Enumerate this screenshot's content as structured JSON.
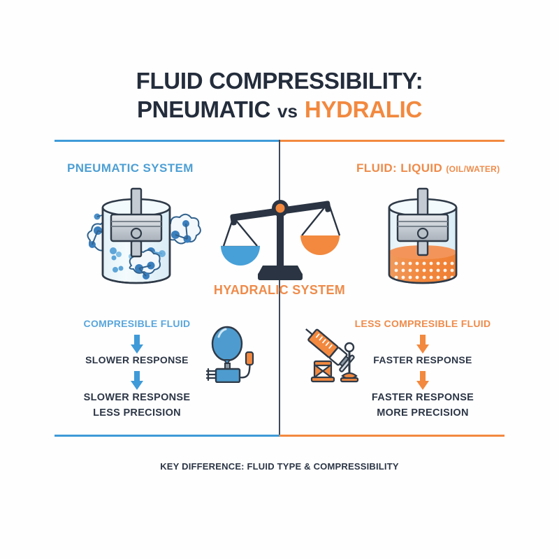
{
  "title": {
    "line1": "FLUID COMPRESSIBILITY:",
    "line2_part1": "PNEUMATIC",
    "line2_vs": "vs",
    "line2_part2": "HYDRALIC"
  },
  "columns": {
    "left": {
      "header": "PNEUMATIC SYSTEM",
      "flow_head": "COMPRESIBLE FLUID",
      "step1": "SLOWER RESPONSE",
      "final_line1": "SLOWER RESPONSE",
      "final_line2": "LESS PRECISION",
      "illustration_name": "gas-piston-cylinder",
      "device_name": "balloon-air-pump"
    },
    "right": {
      "header": "FLUID: LIQUID",
      "header_paren": "(OIL/WATER)",
      "flow_head": "LESS COMPRESIBLE FLUID",
      "step1": "FASTER RESPONSE",
      "final_line1": "FASTER RESPONSE",
      "final_line2": "MORE PRECISION",
      "illustration_name": "liquid-piston-cylinder",
      "device_name": "syringe-hydraulic-jack"
    }
  },
  "center": {
    "label": "HYADRALIC SYSTEM",
    "illustration_name": "balance-scale"
  },
  "footer": {
    "note": "KEY DIFFERENCE: FLUID TYPE & COMPRESSIBILITY"
  },
  "colors": {
    "blue": "#3f9ad8",
    "blue_light": "#59a6dc",
    "orange": "#f2893f",
    "orange_light": "#ef8b4a",
    "navy": "#242d3c",
    "dark": "#2c3646",
    "background": "#fefefe"
  }
}
